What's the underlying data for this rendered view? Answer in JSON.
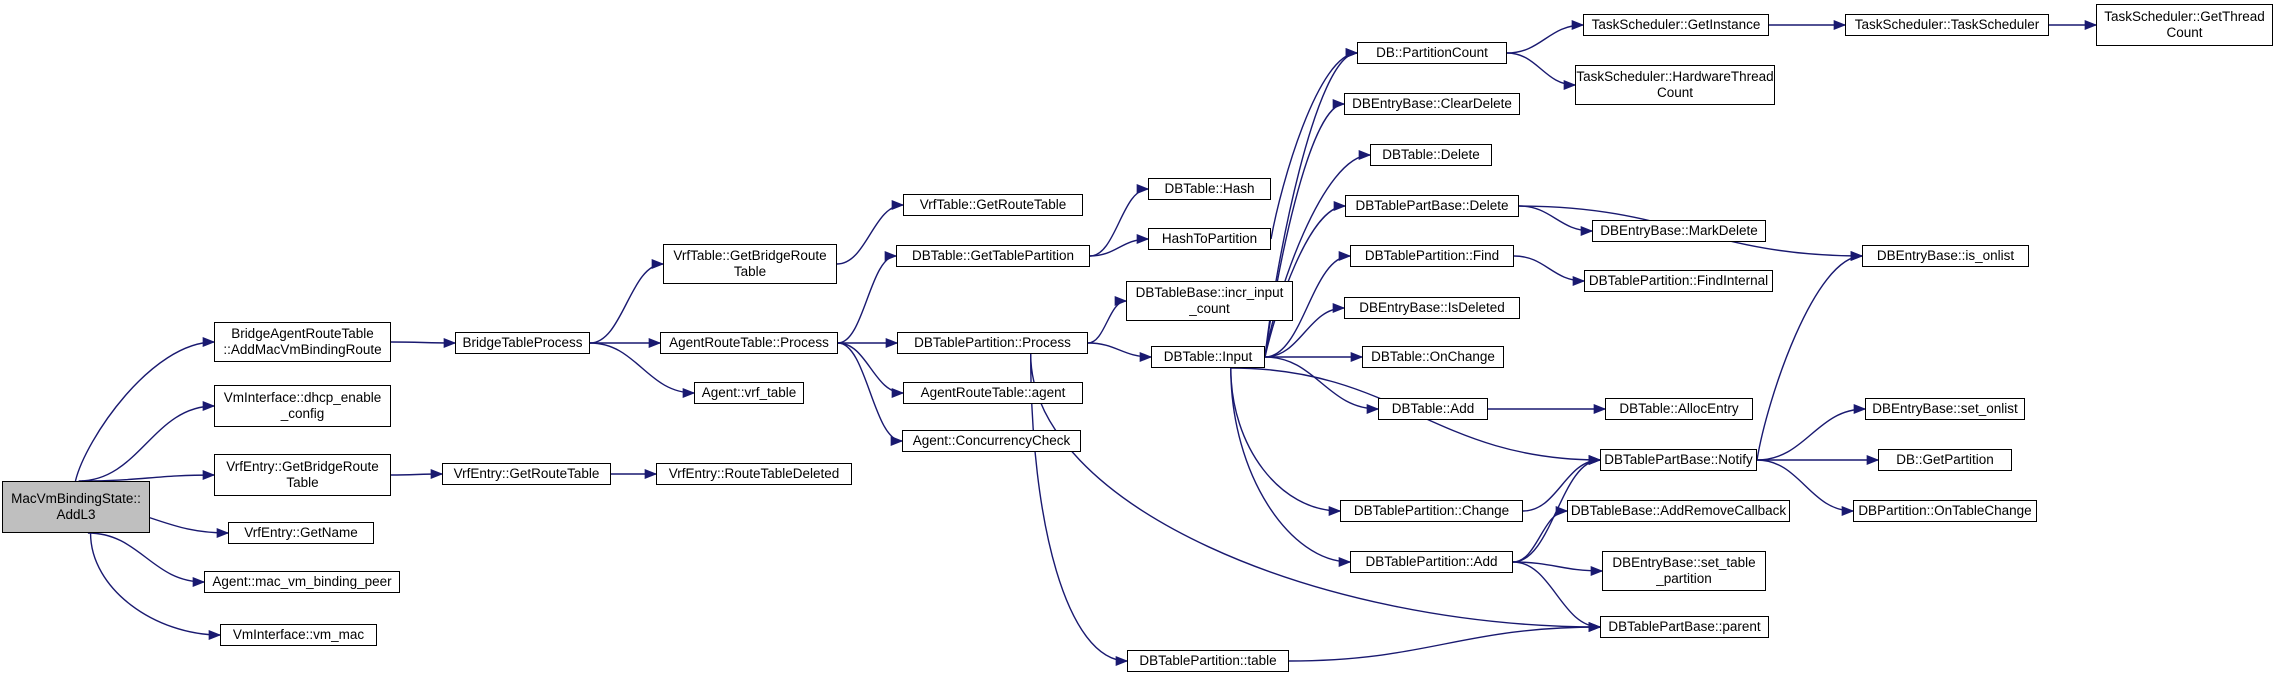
{
  "nodes": {
    "root": "MacVmBindingState::\nAddL3",
    "bart_add": "BridgeAgentRouteTable\n::AddMacVmBindingRoute",
    "vmi_dhcp": "VmInterface::dhcp_enable\n_config",
    "vrf_getbridge": "VrfEntry::GetBridgeRoute\nTable",
    "vrf_getname": "VrfEntry::GetName",
    "agent_macvm": "Agent::mac_vm_binding_peer",
    "vmi_vmmac": "VmInterface::vm_mac",
    "bridge_proc": "BridgeTableProcess",
    "vrf_getroute": "VrfEntry::GetRouteTable",
    "vrf_deleted": "VrfEntry::RouteTableDeleted",
    "vrft_getbridge": "VrfTable::GetBridgeRoute\nTable",
    "art_process": "AgentRouteTable::Process",
    "agent_vrftable": "Agent::vrf_table",
    "vrft_getroute": "VrfTable::GetRouteTable",
    "dbt_gettablepart": "DBTable::GetTablePartition",
    "dbtp_process": "DBTablePartition::Process",
    "art_agent": "AgentRouteTable::agent",
    "agent_concurrency": "Agent::ConcurrencyCheck",
    "dbt_hash": "DBTable::Hash",
    "hashtopart": "HashToPartition",
    "dbtb_incr": "DBTableBase::incr_input\n_count",
    "dbt_input": "DBTable::Input",
    "dbtp_table": "DBTablePartition::table",
    "db_partcount": "DB::PartitionCount",
    "dbeb_cleardelete": "DBEntryBase::ClearDelete",
    "dbt_delete": "DBTable::Delete",
    "dbtpb_delete": "DBTablePartBase::Delete",
    "dbtp_find": "DBTablePartition::Find",
    "dbeb_isdeleted": "DBEntryBase::IsDeleted",
    "dbt_onchange": "DBTable::OnChange",
    "dbt_add": "DBTable::Add",
    "dbtp_change": "DBTablePartition::Change",
    "dbtp_add": "DBTablePartition::Add",
    "ts_getinstance": "TaskScheduler::GetInstance",
    "ts_hwthread": "TaskScheduler::HardwareThread\nCount",
    "dbeb_markdelete": "DBEntryBase::MarkDelete",
    "dbtp_findinternal": "DBTablePartition::FindInternal",
    "dbt_allocentry": "DBTable::AllocEntry",
    "dbtpb_notify": "DBTablePartBase::Notify",
    "dbtb_addremove": "DBTableBase::AddRemoveCallback",
    "dbeb_settablepart": "DBEntryBase::set_table\n_partition",
    "dbtpb_parent": "DBTablePartBase::parent",
    "ts_ctor": "TaskScheduler::TaskScheduler",
    "ts_getthread": "TaskScheduler::GetThread\nCount",
    "dbeb_isonlist": "DBEntryBase::is_onlist",
    "dbeb_setonlist": "DBEntryBase::set_onlist",
    "db_getpartition": "DB::GetPartition",
    "dbpart_ontablechange": "DBPartition::OnTableChange"
  },
  "edge_color": "#191970"
}
